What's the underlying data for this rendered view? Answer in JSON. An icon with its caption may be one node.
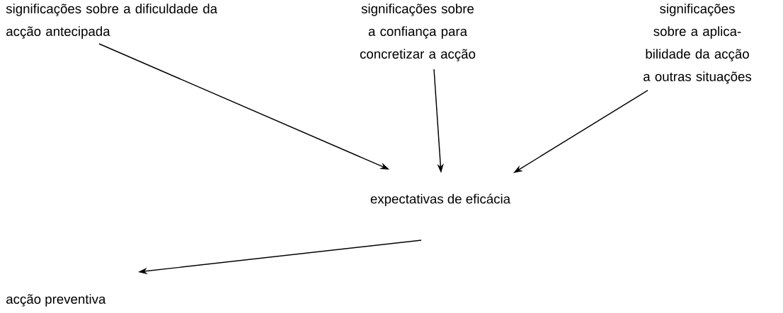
{
  "diagram": {
    "nodes": [
      {
        "text": [
          "significações sobre a dificuldade da acção antecipada"
        ]
      },
      {
        "text": [
          "significações sobre a confiança para concretizar a acção"
        ]
      },
      {
        "text": [
          "significações sobre a aplica- bilidade da acção a outras situações"
        ]
      },
      {
        "text": [
          "expectativas de  eficácia"
        ]
      },
      {
        "text": [
          "acção preventiva"
        ]
      }
    ],
    "edges": [
      {
        "from": 0,
        "to": 3,
        "arrow": "to"
      },
      {
        "from": 1,
        "to": 3,
        "arrow": "to"
      },
      {
        "from": 2,
        "to": 3,
        "arrow": "to"
      },
      {
        "from": 3,
        "to": 4,
        "arrow": "to"
      }
    ]
  }
}
